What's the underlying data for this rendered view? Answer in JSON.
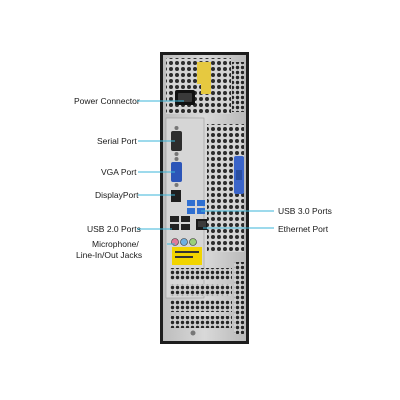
{
  "callouts": {
    "power_connector": "Power Connector",
    "serial_port": "Serial Port",
    "vga_port": "VGA Port",
    "displayport": "DisplayPort",
    "usb2_ports": "USB 2.0 Ports",
    "mic_line_1": "Microphone/",
    "mic_line_2": "Line-In/Out Jacks",
    "usb3_ports": "USB 3.0 Ports",
    "ethernet_port": "Ethernet Port"
  },
  "colors": {
    "callout_line": "#3bb6d9",
    "chassis": "#c8c8c8",
    "chassis_dark": "#2a2a2a",
    "usb3_blue": "#2f6fd1",
    "latch_blue": "#3a64c9",
    "sticker_yellow": "#f1d400"
  }
}
